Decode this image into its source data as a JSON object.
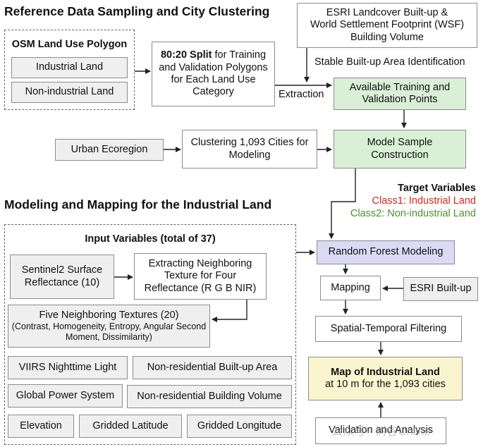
{
  "titles": {
    "section1": "Reference Data Sampling and City Clustering",
    "section2": "Modeling and Mapping for the Industrial Land"
  },
  "osm": {
    "heading": "OSM Land Use Polygon",
    "industrial": "Industrial Land",
    "nonindustrial": "Non-industrial Land"
  },
  "split": {
    "bold": "80:20 Split",
    "rest": " for Training and Validation Polygons for Each Land Use Category"
  },
  "esri_wsf": {
    "line1": "ESRI Landcover Built-up &",
    "line2": "World Settlement Footprint (WSF)",
    "line3": "Building Volume"
  },
  "labels": {
    "stable": "Stable Built-up Area Identification",
    "extraction": "Extraction"
  },
  "training_points": "Available Training and Validation Points",
  "urban_ecoregion": "Urban Ecoregion",
  "clustering": "Clustering 1,093 Cities for Modeling",
  "model_sample": "Model Sample Construction",
  "target": {
    "heading": "Target Variables",
    "class1": "Class1: Industrial Land",
    "class2": "Class2: Non-industrial Land",
    "class1_color": "#d0281e",
    "class2_color": "#4f8f2a"
  },
  "input": {
    "heading": "Input Variables (total of 37)",
    "sentinel": "Sentinel2 Surface Reflectance (10)",
    "extracting": "Extracting Neighboring Texture for Four Reflectance (R G B NIR)",
    "textures_title": "Five Neighboring Textures (20)",
    "textures_detail": "(Contrast, Homogeneity, Entropy, Angular Second Moment, Dissimilarity)",
    "viirs": "VIIRS Nighttime Light",
    "nonres_area": "Non-residential Built-up Area",
    "power": "Global Power System",
    "nonres_volume": "Non-residential Building Volume",
    "elevation": "Elevation",
    "latitude": "Gridded Latitude",
    "longitude": "Gridded Longitude"
  },
  "modeling": {
    "rf": "Random Forest Modeling",
    "mapping": "Mapping",
    "esri_builtup": "ESRI Built-up",
    "filtering": "Spatial-Temporal Filtering",
    "map_title": "Map of Industrial Land",
    "map_sub": "at 10 m for the 1,093 cities",
    "validation": "Validation and Analysis"
  },
  "watermark": "公众号 · 树谷Online"
}
